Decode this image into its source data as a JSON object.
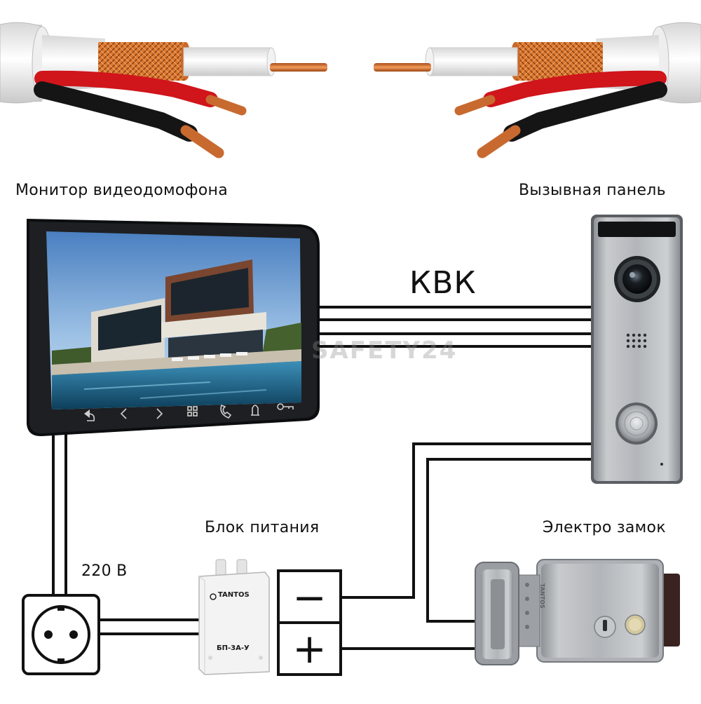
{
  "labels": {
    "monitor": "Монитор видеодомофона",
    "panel": "Вызывная панель",
    "power_supply": "Блок питания",
    "lock": "Электро замок",
    "voltage": "220 В",
    "cable": "КВК"
  },
  "watermark": "SAFETY24",
  "power_supply": {
    "brand": "TANTOS",
    "model": "БП-3А-У"
  },
  "lock_brand": "TANTOS",
  "terminals": {
    "minus": "−",
    "plus": "+"
  },
  "monitor_buttons": [
    "back-icon",
    "prev-icon",
    "next-icon",
    "menu-icon",
    "phone-icon",
    "bell-icon",
    "key-icon"
  ],
  "colors": {
    "wire": "#111111",
    "copper": "#d9782f",
    "red_wire": "#d0151b",
    "panel_metal": "#b9bcc0"
  }
}
